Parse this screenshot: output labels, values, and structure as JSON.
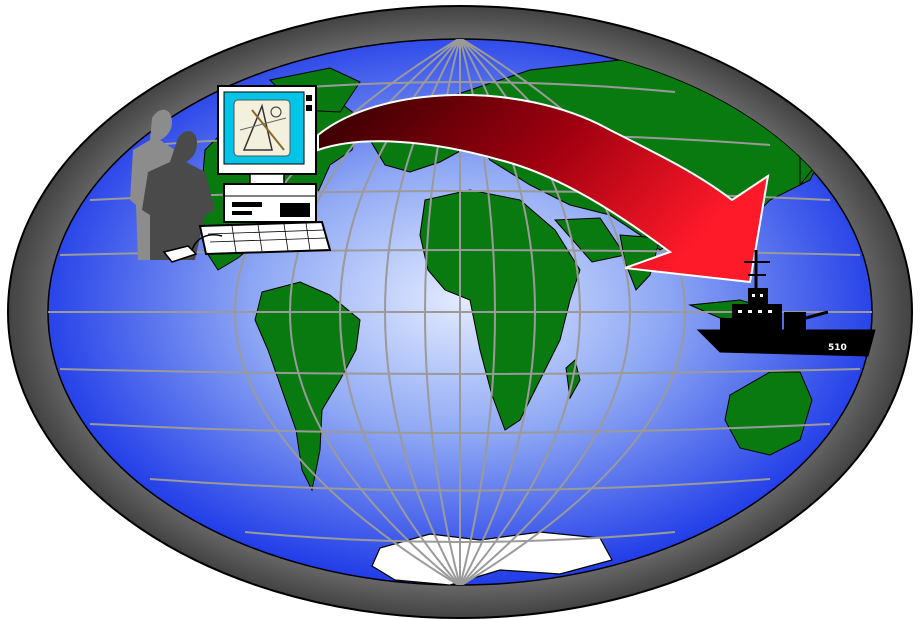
{
  "scene": {
    "type": "clipart-illustration",
    "subject": "world-map-data-transfer",
    "colors": {
      "ocean_center": "#dfe7ff",
      "ocean_edge": "#1a36e0",
      "land": "#087a10",
      "grid": "#9a9a9a",
      "frame_inner": "#5a5a5a",
      "frame_outer": "#1e1e1e",
      "arrow_start": "#3a0000",
      "arrow_end": "#ff1a28",
      "ice": "#ffffff"
    }
  },
  "ship": {
    "hull_number": "510"
  },
  "computer": {
    "screen_icon": "drafting-tools-icon"
  }
}
